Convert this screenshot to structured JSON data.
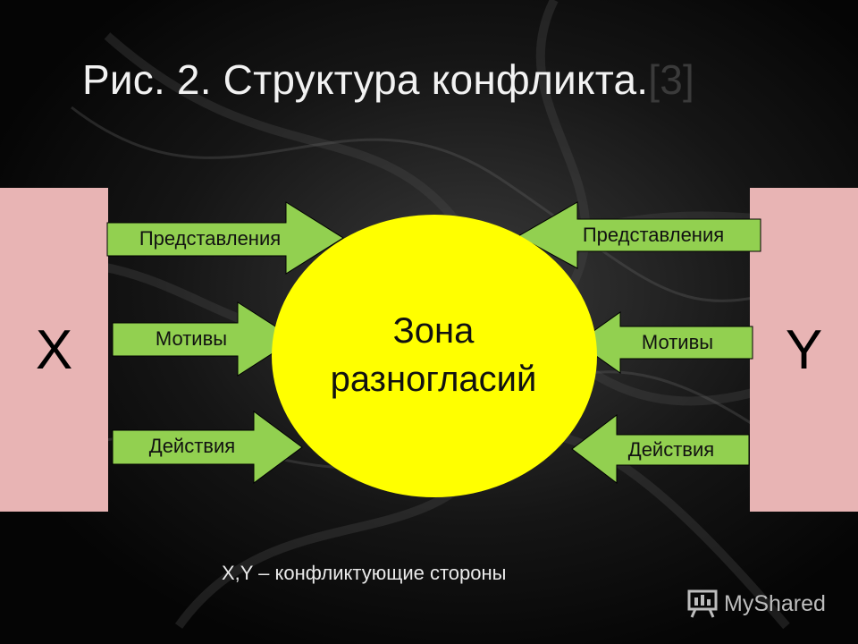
{
  "title": {
    "text": "Рис. 2. Структура конфликта.",
    "ref": "[3]"
  },
  "sides": {
    "x_label": "X",
    "y_label": "Y"
  },
  "center": {
    "line1": "Зона",
    "line2": "разногласий",
    "fill": "#ffff00"
  },
  "left_arrows": [
    "Представления",
    "Мотивы",
    "Действия"
  ],
  "right_arrows": [
    "Представления",
    "Мотивы",
    "Действия"
  ],
  "caption": "X,Y – конфликтующие стороны",
  "watermark": "MyShared",
  "colors": {
    "side_box": "#e8b4b4",
    "arrow": "#92d050",
    "circle": "#ffff00"
  }
}
